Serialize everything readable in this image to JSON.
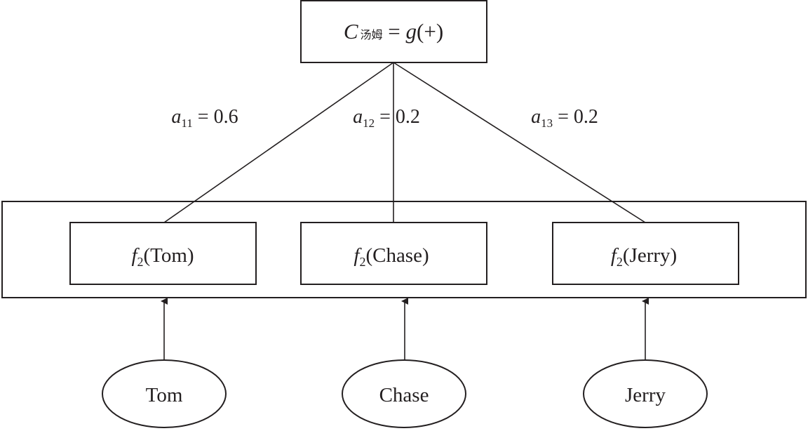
{
  "top_node": {
    "symbol": "C",
    "subscript": "汤姆",
    "equals": " = ",
    "func": "g",
    "arg": "(+)"
  },
  "weights": [
    {
      "sym": "a",
      "sub": "11",
      "rest": " = 0.6"
    },
    {
      "sym": "a",
      "sub": "12",
      "rest": " = 0.2"
    },
    {
      "sym": "a",
      "sub": "13",
      "rest": " = 0.2"
    }
  ],
  "feature_nodes": [
    {
      "func": "f",
      "sub": "2",
      "arg": "(Tom)"
    },
    {
      "func": "f",
      "sub": "2",
      "arg": "(Chase)"
    },
    {
      "func": "f",
      "sub": "2",
      "arg": "(Jerry)"
    }
  ],
  "input_nodes": [
    {
      "label": "Tom"
    },
    {
      "label": "Chase"
    },
    {
      "label": "Jerry"
    }
  ]
}
